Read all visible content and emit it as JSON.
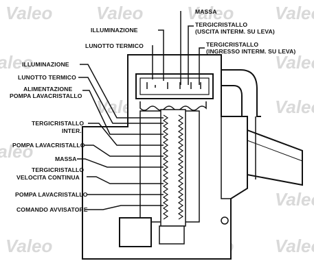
{
  "colors": {
    "ink": "#111111",
    "watermark": "#d9d9d9",
    "background": "#ffffff"
  },
  "watermark": {
    "text": "Valeo"
  },
  "labels": {
    "massa_top": "MASSA",
    "tergi_uscita_1": "TERGICRISTALLO",
    "tergi_uscita_2": "(USCITA INTERM. SU LEVA)",
    "tergi_ingresso_1": "TERGICRISTALLO",
    "tergi_ingresso_2": "(INGRESSO INTERM. SU LEVA)",
    "illuminazione_top": "ILLUMINAZIONE",
    "lunotto_top": "LUNOTTO TERMICO",
    "illuminazione_left": "ILLUMINAZIONE",
    "lunotto_left": "LUNOTTO TERMICO",
    "alim_pompa_1": "ALIMENTAZIONE",
    "alim_pompa_2": "POMPA LAVACRISTALLO",
    "tergi_inter_1": "TERGICRISTALLO",
    "tergi_inter_2": "INTER.",
    "pompa_1": "POMPA LAVACRISTALLO",
    "massa_left": "MASSA",
    "tergi_vel_1": "TERGICRISTALLO",
    "tergi_vel_2": "VELOCITA CONTINUA",
    "pompa_2": "POMPA LAVACRISTALLO",
    "comando": "COMANDO AVVISATORE"
  }
}
